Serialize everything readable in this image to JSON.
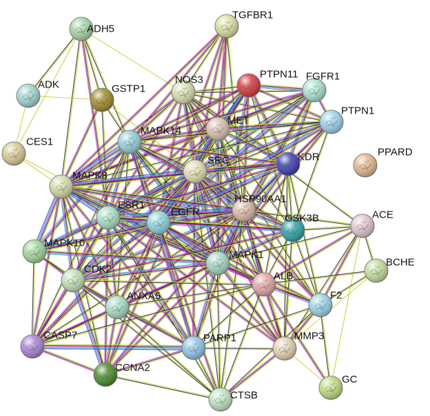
{
  "colors": {
    "edge_palette": [
      "#c0d230",
      "#2b2b2b",
      "#d233d2",
      "#29a8d6",
      "#3a4fc4",
      "#8fd14f"
    ]
  },
  "nodes": [
    {
      "id": "ADH5",
      "label": "ADH5",
      "color": "#a8d5a6"
    },
    {
      "id": "TGFBR1",
      "label": "TGFBR1",
      "color": "#d9dfa0"
    },
    {
      "id": "ADK",
      "label": "ADK",
      "color": "#9fd4d0"
    },
    {
      "id": "GSTP1",
      "label": "GSTP1",
      "color": "#a38a2a"
    },
    {
      "id": "NOS3",
      "label": "NOS3",
      "color": "#d7ddb0"
    },
    {
      "id": "PTPN11",
      "label": "PTPN11",
      "color": "#d63a3e"
    },
    {
      "id": "FGFR1",
      "label": "FGFR1",
      "color": "#a9e3cf"
    },
    {
      "id": "MET",
      "label": "MET",
      "color": "#d9c0b0"
    },
    {
      "id": "PTPN1",
      "label": "PTPN1",
      "color": "#9dd2ea"
    },
    {
      "id": "CES1",
      "label": "CES1",
      "color": "#d8cb94"
    },
    {
      "id": "MAPK14",
      "label": "MAPK14",
      "color": "#93d0d8"
    },
    {
      "id": "KDR",
      "label": "KDR",
      "color": "#3c3fb0"
    },
    {
      "id": "PPARD",
      "label": "PPARD",
      "color": "#e2b690"
    },
    {
      "id": "SRC",
      "label": "SRC",
      "color": "#dfdcb0"
    },
    {
      "id": "MAPK8",
      "label": "MAPK8",
      "color": "#d3dba4"
    },
    {
      "id": "HSP90AA1",
      "label": "HSP90AA1",
      "color": "#dcbaa8"
    },
    {
      "id": "ESR1",
      "label": "ESR1",
      "color": "#a9e0c6"
    },
    {
      "id": "EGFR",
      "label": "EGFR",
      "color": "#8fd3e0"
    },
    {
      "id": "GSK3B",
      "label": "GSK3B",
      "color": "#2fa2a8"
    },
    {
      "id": "ACE",
      "label": "ACE",
      "color": "#e2c6cc"
    },
    {
      "id": "MAPK10",
      "label": "MAPK10",
      "color": "#9fd696"
    },
    {
      "id": "MAPK1",
      "label": "MAPK1",
      "color": "#a6d7c4"
    },
    {
      "id": "BCHE",
      "label": "BCHE",
      "color": "#c2dd9f"
    },
    {
      "id": "CDK2",
      "label": "CDK2",
      "color": "#bfe0b3"
    },
    {
      "id": "ALB",
      "label": "ALB",
      "color": "#e6a6a8"
    },
    {
      "id": "ANXA5",
      "label": "ANXA5",
      "color": "#a7dcc4"
    },
    {
      "id": "F2",
      "label": "F2",
      "color": "#9cd3e8"
    },
    {
      "id": "CASP7",
      "label": "CASP7",
      "color": "#a884d6"
    },
    {
      "id": "PARP1",
      "label": "PARP1",
      "color": "#8fc6e8"
    },
    {
      "id": "MMP3",
      "label": "MMP3",
      "color": "#e3d2b4"
    },
    {
      "id": "CCNA2",
      "label": "CCNA2",
      "color": "#4a8a2c"
    },
    {
      "id": "GC",
      "label": "GC",
      "color": "#bedb82"
    },
    {
      "id": "CTSB",
      "label": "CTSB",
      "color": "#bfe3c4"
    }
  ],
  "edges": [
    [
      "ADH5",
      "ADK",
      2
    ],
    [
      "ADH5",
      "GSTP1",
      2
    ],
    [
      "ADH5",
      "CES1",
      1
    ],
    [
      "ADH5",
      "MAPK14",
      2
    ],
    [
      "ADH5",
      "MAPK8",
      2
    ],
    [
      "ADH5",
      "ESR1",
      3
    ],
    [
      "ADH5",
      "NOS3",
      1
    ],
    [
      "ADK",
      "GSTP1",
      1
    ],
    [
      "ADK",
      "CES1",
      1
    ],
    [
      "GSTP1",
      "MAPK14",
      2
    ],
    [
      "GSTP1",
      "MAPK8",
      3
    ],
    [
      "GSTP1",
      "ESR1",
      2
    ],
    [
      "GSTP1",
      "SRC",
      1
    ],
    [
      "CES1",
      "MAPK8",
      1
    ],
    [
      "CES1",
      "ALB",
      1
    ],
    [
      "TGFBR1",
      "NOS3",
      2
    ],
    [
      "TGFBR1",
      "MET",
      3
    ],
    [
      "TGFBR1",
      "SRC",
      3
    ],
    [
      "TGFBR1",
      "EGFR",
      3
    ],
    [
      "TGFBR1",
      "MAPK14",
      3
    ],
    [
      "TGFBR1",
      "MAPK8",
      3
    ],
    [
      "TGFBR1",
      "MAPK1",
      3
    ],
    [
      "TGFBR1",
      "HSP90AA1",
      2
    ],
    [
      "NOS3",
      "PTPN11",
      2
    ],
    [
      "NOS3",
      "MET",
      3
    ],
    [
      "NOS3",
      "SRC",
      4
    ],
    [
      "NOS3",
      "MAPK14",
      3
    ],
    [
      "NOS3",
      "MAPK8",
      3
    ],
    [
      "NOS3",
      "EGFR",
      3
    ],
    [
      "NOS3",
      "HSP90AA1",
      4
    ],
    [
      "NOS3",
      "KDR",
      4
    ],
    [
      "NOS3",
      "ESR1",
      3
    ],
    [
      "NOS3",
      "MAPK1",
      3
    ],
    [
      "NOS3",
      "ALB",
      2
    ],
    [
      "NOS3",
      "F2",
      2
    ],
    [
      "NOS3",
      "ACE",
      2
    ],
    [
      "NOS3",
      "FGFR1",
      2
    ],
    [
      "NOS3",
      "PTPN1",
      2
    ],
    [
      "PTPN11",
      "FGFR1",
      4
    ],
    [
      "PTPN11",
      "MET",
      4
    ],
    [
      "PTPN11",
      "SRC",
      5
    ],
    [
      "PTPN11",
      "EGFR",
      5
    ],
    [
      "PTPN11",
      "KDR",
      4
    ],
    [
      "PTPN11",
      "PTPN1",
      3
    ],
    [
      "PTPN11",
      "MAPK1",
      4
    ],
    [
      "PTPN11",
      "MAPK14",
      3
    ],
    [
      "PTPN11",
      "ESR1",
      3
    ],
    [
      "PTPN11",
      "HSP90AA1",
      3
    ],
    [
      "PTPN11",
      "GSK3B",
      2
    ],
    [
      "PTPN11",
      "MAPK8",
      3
    ],
    [
      "FGFR1",
      "MET",
      4
    ],
    [
      "FGFR1",
      "SRC",
      4
    ],
    [
      "FGFR1",
      "EGFR",
      5
    ],
    [
      "FGFR1",
      "KDR",
      4
    ],
    [
      "FGFR1",
      "PTPN1",
      3
    ],
    [
      "FGFR1",
      "MAPK1",
      4
    ],
    [
      "FGFR1",
      "MAPK14",
      3
    ],
    [
      "FGFR1",
      "HSP90AA1",
      3
    ],
    [
      "FGFR1",
      "ESR1",
      2
    ],
    [
      "FGFR1",
      "MAPK8",
      3
    ],
    [
      "MET",
      "SRC",
      5
    ],
    [
      "MET",
      "EGFR",
      5
    ],
    [
      "MET",
      "KDR",
      4
    ],
    [
      "MET",
      "PTPN1",
      4
    ],
    [
      "MET",
      "MAPK1",
      4
    ],
    [
      "MET",
      "HSP90AA1",
      4
    ],
    [
      "MET",
      "MAPK14",
      3
    ],
    [
      "MET",
      "ESR1",
      3
    ],
    [
      "MET",
      "GSK3B",
      2
    ],
    [
      "MET",
      "MAPK8",
      3
    ],
    [
      "MET",
      "CDK2",
      2
    ],
    [
      "MET",
      "ALB",
      2
    ],
    [
      "PTPN1",
      "SRC",
      4
    ],
    [
      "PTPN1",
      "EGFR",
      5
    ],
    [
      "PTPN1",
      "KDR",
      3
    ],
    [
      "PTPN1",
      "MAPK1",
      3
    ],
    [
      "PTPN1",
      "ESR1",
      2
    ],
    [
      "PTPN1",
      "MAPK14",
      2
    ],
    [
      "PTPN1",
      "HSP90AA1",
      2
    ],
    [
      "PTPN1",
      "MAPK8",
      2
    ],
    [
      "MAPK14",
      "SRC",
      5
    ],
    [
      "MAPK14",
      "EGFR",
      5
    ],
    [
      "MAPK14",
      "MAPK8",
      5
    ],
    [
      "MAPK14",
      "ESR1",
      4
    ],
    [
      "MAPK14",
      "MAPK1",
      5
    ],
    [
      "MAPK14",
      "HSP90AA1",
      4
    ],
    [
      "MAPK14",
      "KDR",
      3
    ],
    [
      "MAPK14",
      "MAPK10",
      4
    ],
    [
      "MAPK14",
      "GSK3B",
      3
    ],
    [
      "MAPK14",
      "CDK2",
      3
    ],
    [
      "MAPK14",
      "ANXA5",
      2
    ],
    [
      "MAPK14",
      "PARP1",
      3
    ],
    [
      "MAPK14",
      "CASP7",
      2
    ],
    [
      "MAPK14",
      "ALB",
      2
    ],
    [
      "MAPK14",
      "MMP3",
      2
    ],
    [
      "SRC",
      "KDR",
      5
    ],
    [
      "SRC",
      "EGFR",
      5
    ],
    [
      "SRC",
      "MAPK8",
      5
    ],
    [
      "SRC",
      "ESR1",
      5
    ],
    [
      "SRC",
      "MAPK1",
      5
    ],
    [
      "SRC",
      "HSP90AA1",
      5
    ],
    [
      "SRC",
      "GSK3B",
      4
    ],
    [
      "SRC",
      "MAPK10",
      4
    ],
    [
      "SRC",
      "CDK2",
      4
    ],
    [
      "SRC",
      "ANXA5",
      3
    ],
    [
      "SRC",
      "PARP1",
      3
    ],
    [
      "SRC",
      "ALB",
      3
    ],
    [
      "SRC",
      "F2",
      3
    ],
    [
      "SRC",
      "MMP3",
      3
    ],
    [
      "SRC",
      "CASP7",
      3
    ],
    [
      "SRC",
      "CCNA2",
      3
    ],
    [
      "SRC",
      "CTSB",
      2
    ],
    [
      "KDR",
      "EGFR",
      5
    ],
    [
      "KDR",
      "HSP90AA1",
      4
    ],
    [
      "KDR",
      "MAPK1",
      4
    ],
    [
      "KDR",
      "ESR1",
      3
    ],
    [
      "KDR",
      "MAPK8",
      3
    ],
    [
      "KDR",
      "GSK3B",
      2
    ],
    [
      "KDR",
      "ALB",
      2
    ],
    [
      "KDR",
      "MMP3",
      2
    ],
    [
      "KDR",
      "F2",
      2
    ],
    [
      "MAPK8",
      "ESR1",
      5
    ],
    [
      "MAPK8",
      "EGFR",
      5
    ],
    [
      "MAPK8",
      "MAPK10",
      5
    ],
    [
      "MAPK8",
      "MAPK1",
      5
    ],
    [
      "MAPK8",
      "HSP90AA1",
      4
    ],
    [
      "MAPK8",
      "CDK2",
      4
    ],
    [
      "MAPK8",
      "ANXA5",
      3
    ],
    [
      "MAPK8",
      "PARP1",
      3
    ],
    [
      "MAPK8",
      "CASP7",
      3
    ],
    [
      "MAPK8",
      "GSK3B",
      3
    ],
    [
      "MAPK8",
      "ALB",
      2
    ],
    [
      "MAPK8",
      "CCNA2",
      2
    ],
    [
      "HSP90AA1",
      "EGFR",
      5
    ],
    [
      "HSP90AA1",
      "ESR1",
      5
    ],
    [
      "HSP90AA1",
      "MAPK1",
      5
    ],
    [
      "HSP90AA1",
      "GSK3B",
      4
    ],
    [
      "HSP90AA1",
      "ALB",
      4
    ],
    [
      "HSP90AA1",
      "CDK2",
      4
    ],
    [
      "HSP90AA1",
      "PARP1",
      3
    ],
    [
      "HSP90AA1",
      "MMP3",
      3
    ],
    [
      "HSP90AA1",
      "ANXA5",
      3
    ],
    [
      "HSP90AA1",
      "F2",
      3
    ],
    [
      "HSP90AA1",
      "ACE",
      2
    ],
    [
      "HSP90AA1",
      "CASP7",
      2
    ],
    [
      "HSP90AA1",
      "CCNA2",
      3
    ],
    [
      "HSP90AA1",
      "CTSB",
      2
    ],
    [
      "HSP90AA1",
      "MAPK10",
      3
    ],
    [
      "ESR1",
      "EGFR",
      5
    ],
    [
      "ESR1",
      "MAPK10",
      4
    ],
    [
      "ESR1",
      "MAPK1",
      5
    ],
    [
      "ESR1",
      "CDK2",
      4
    ],
    [
      "ESR1",
      "ANXA5",
      3
    ],
    [
      "ESR1",
      "PARP1",
      4
    ],
    [
      "ESR1",
      "CASP7",
      3
    ],
    [
      "ESR1",
      "CCNA2",
      3
    ],
    [
      "ESR1",
      "ALB",
      3
    ],
    [
      "ESR1",
      "GSK3B",
      3
    ],
    [
      "ESR1",
      "MMP3",
      3
    ],
    [
      "ESR1",
      "CTSB",
      2
    ],
    [
      "EGFR",
      "MAPK1",
      5
    ],
    [
      "EGFR",
      "GSK3B",
      4
    ],
    [
      "EGFR",
      "ALB",
      4
    ],
    [
      "EGFR",
      "MAPK10",
      4
    ],
    [
      "EGFR",
      "CDK2",
      4
    ],
    [
      "EGFR",
      "ANXA5",
      3
    ],
    [
      "EGFR",
      "PARP1",
      4
    ],
    [
      "EGFR",
      "MMP3",
      3
    ],
    [
      "EGFR",
      "CASP7",
      3
    ],
    [
      "EGFR",
      "CCNA2",
      3
    ],
    [
      "EGFR",
      "CTSB",
      3
    ],
    [
      "EGFR",
      "F2",
      3
    ],
    [
      "GSK3B",
      "MAPK1",
      4
    ],
    [
      "GSK3B",
      "ACE",
      2
    ],
    [
      "GSK3B",
      "ALB",
      2
    ],
    [
      "GSK3B",
      "CDK2",
      3
    ],
    [
      "GSK3B",
      "F2",
      2
    ],
    [
      "GSK3B",
      "MMP3",
      2
    ],
    [
      "ACE",
      "ALB",
      3
    ],
    [
      "ACE",
      "F2",
      3
    ],
    [
      "ACE",
      "BCHE",
      2
    ],
    [
      "ACE",
      "MMP3",
      2
    ],
    [
      "ACE",
      "GC",
      1
    ],
    [
      "ACE",
      "MAPK1",
      2
    ],
    [
      "MAPK10",
      "MAPK1",
      4
    ],
    [
      "MAPK10",
      "CDK2",
      3
    ],
    [
      "MAPK10",
      "CASP7",
      2
    ],
    [
      "MAPK10",
      "ANXA5",
      2
    ],
    [
      "MAPK1",
      "CDK2",
      4
    ],
    [
      "MAPK1",
      "ALB",
      3
    ],
    [
      "MAPK1",
      "ANXA5",
      3
    ],
    [
      "MAPK1",
      "PARP1",
      4
    ],
    [
      "MAPK1",
      "MMP3",
      3
    ],
    [
      "MAPK1",
      "CASP7",
      3
    ],
    [
      "MAPK1",
      "CCNA2",
      3
    ],
    [
      "MAPK1",
      "F2",
      3
    ],
    [
      "MAPK1",
      "CTSB",
      2
    ],
    [
      "BCHE",
      "F2",
      2
    ],
    [
      "BCHE",
      "ALB",
      2
    ],
    [
      "BCHE",
      "MMP3",
      1
    ],
    [
      "CDK2",
      "ANXA5",
      3
    ],
    [
      "CDK2",
      "CASP7",
      3
    ],
    [
      "CDK2",
      "CCNA2",
      5
    ],
    [
      "CDK2",
      "PARP1",
      4
    ],
    [
      "CDK2",
      "ALB",
      2
    ],
    [
      "CDK2",
      "CTSB",
      2
    ],
    [
      "ALB",
      "F2",
      4
    ],
    [
      "ALB",
      "MMP3",
      3
    ],
    [
      "ALB",
      "GC",
      3
    ],
    [
      "ALB",
      "ANXA5",
      2
    ],
    [
      "ALB",
      "PARP1",
      2
    ],
    [
      "ALB",
      "CTSB",
      2
    ],
    [
      "ALB",
      "CASP7",
      2
    ],
    [
      "ANXA5",
      "CASP7",
      3
    ],
    [
      "ANXA5",
      "PARP1",
      3
    ],
    [
      "ANXA5",
      "CCNA2",
      3
    ],
    [
      "ANXA5",
      "CTSB",
      2
    ],
    [
      "F2",
      "MMP3",
      3
    ],
    [
      "F2",
      "GC",
      2
    ],
    [
      "F2",
      "CTSB",
      2
    ],
    [
      "F2",
      "PARP1",
      2
    ],
    [
      "CASP7",
      "PARP1",
      5
    ],
    [
      "CASP7",
      "CCNA2",
      3
    ],
    [
      "PARP1",
      "CCNA2",
      3
    ],
    [
      "PARP1",
      "CTSB",
      2
    ],
    [
      "PARP1",
      "MMP3",
      2
    ],
    [
      "MMP3",
      "CTSB",
      3
    ],
    [
      "MMP3",
      "GC",
      1
    ],
    [
      "CCNA2",
      "CTSB",
      2
    ],
    [
      "PTPN1",
      "GSK3B",
      2
    ]
  ]
}
